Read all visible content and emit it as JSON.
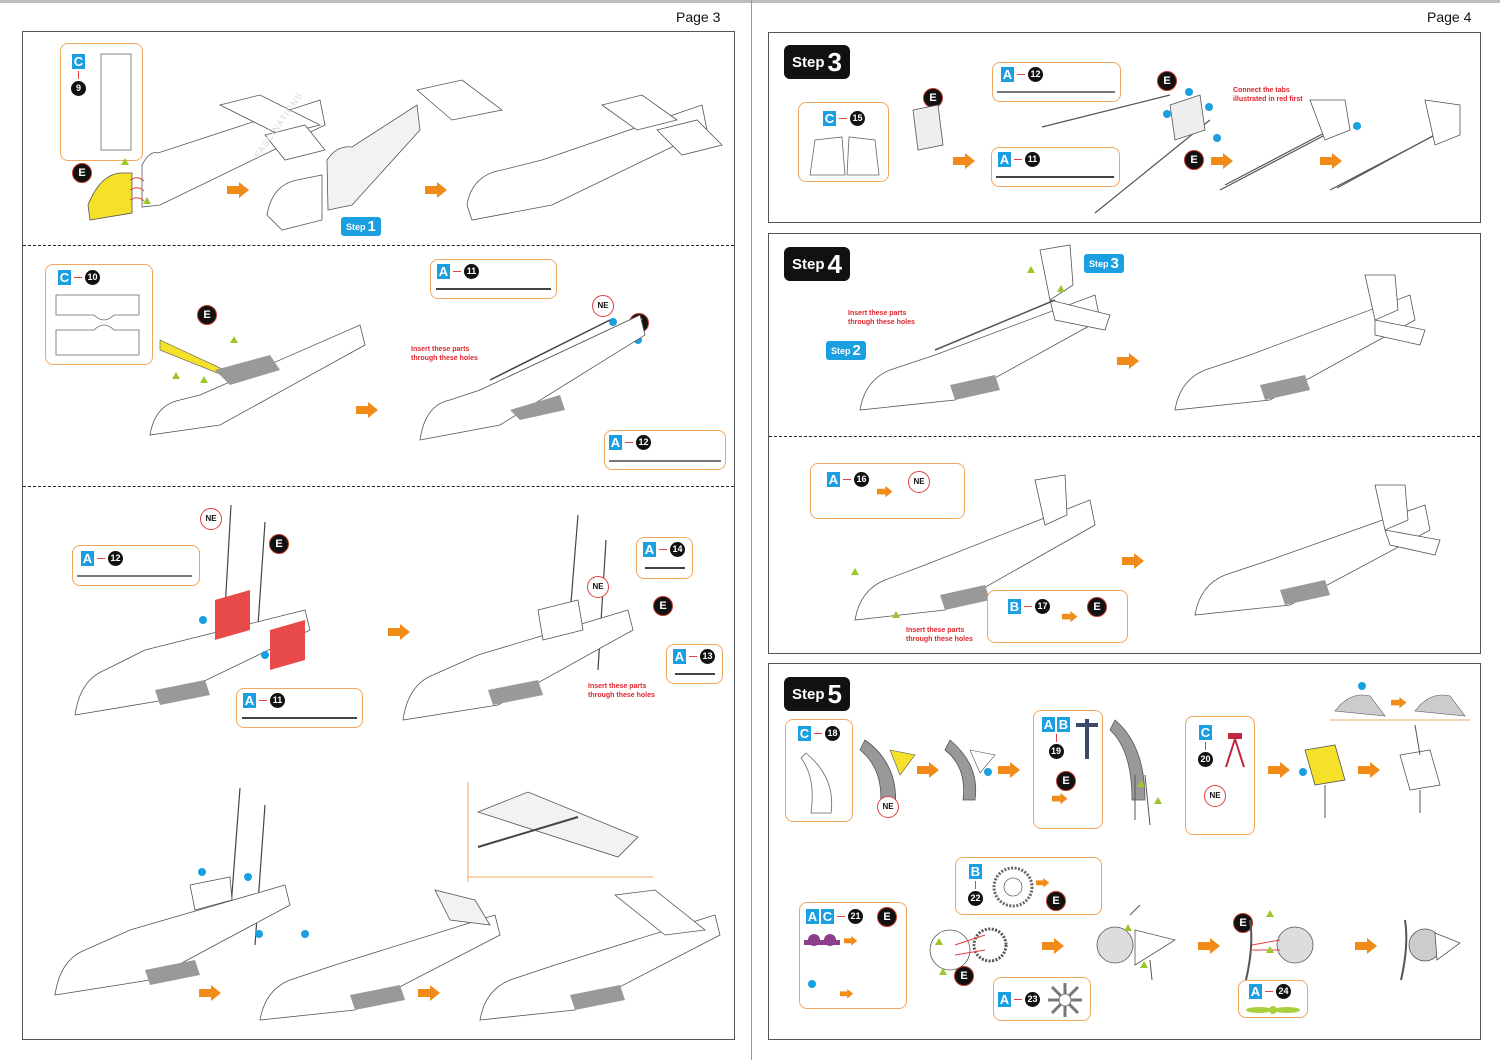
{
  "pages": [
    {
      "label": "Page 3"
    },
    {
      "label": "Page 4"
    }
  ],
  "common": {
    "step_word": "Step",
    "e_badge": "E",
    "ne_badge": "NE",
    "watermark": "FASCINATIONS",
    "insert_note": [
      "Insert these parts",
      "through these holes"
    ]
  },
  "page3": {
    "section1": {
      "callout": {
        "sheet": "C",
        "part": "9"
      },
      "step_tag": {
        "word": "Step",
        "number": "1"
      }
    },
    "section2": {
      "callout_main": {
        "sheet": "C",
        "part": "10"
      },
      "callout_rod_top": {
        "sheet": "A",
        "part": "11"
      },
      "callout_rod_bottom": {
        "sheet": "A",
        "part": "12"
      },
      "note": [
        "Insert these parts",
        "through these holes"
      ]
    },
    "section3": {
      "callout_rod_left": {
        "sheet": "A",
        "part": "12"
      },
      "callout_rod_mid": {
        "sheet": "A",
        "part": "11"
      },
      "callout_pin_top": {
        "sheet": "A",
        "part": "14"
      },
      "callout_pin_bottom": {
        "sheet": "A",
        "part": "13"
      },
      "note": [
        "Insert these parts",
        "through these holes"
      ]
    }
  },
  "page4": {
    "step3": {
      "badge_number": "3",
      "callout_fin": {
        "sheet": "C",
        "part": "15"
      },
      "callout_rod_top": {
        "sheet": "A",
        "part": "12"
      },
      "callout_rod_bottom": {
        "sheet": "A",
        "part": "11"
      },
      "note": [
        "Connect the tabs",
        "illustrated in red first"
      ]
    },
    "step4": {
      "badge_number": "4",
      "tag_step3": {
        "word": "Step",
        "number": "3"
      },
      "tag_step2": {
        "word": "Step",
        "number": "2"
      },
      "note_top": [
        "Insert these parts",
        "through these holes"
      ],
      "callout_gun_left": {
        "sheet": "A",
        "part": "16"
      },
      "callout_gun_right": {
        "sheet": "B",
        "part": "17"
      },
      "note_bottom": [
        "Insert these parts",
        "through these holes"
      ]
    },
    "step5": {
      "badge_number": "5",
      "callout_engine_mount": {
        "sheet": "C",
        "part": "18"
      },
      "callout_gear": {
        "sheets": [
          "A",
          "B"
        ],
        "part": "19"
      },
      "callout_strut": {
        "sheet": "C",
        "part": "20"
      },
      "callout_exhaust": {
        "sheets": [
          "A",
          "C"
        ],
        "part": "21"
      },
      "callout_cylinder_ring": {
        "sheet": "B",
        "part": "22"
      },
      "callout_cylinders": {
        "sheet": "A",
        "part": "23"
      },
      "callout_propeller": {
        "sheet": "A",
        "part": "24"
      }
    }
  },
  "colors": {
    "accent_orange": "#f08a18",
    "sheet_blue": "#1a9fe0",
    "note_red": "#e0242c",
    "highlight_yellow": "#f5e12a",
    "highlight_red": "#e84a4a",
    "marker_green": "#9dc62b",
    "propeller_green": "#a9cf3c",
    "exhaust_purple": "#8e3f8c",
    "strut_crimson": "#c0263f",
    "gear_navy": "#3b4a6b"
  }
}
